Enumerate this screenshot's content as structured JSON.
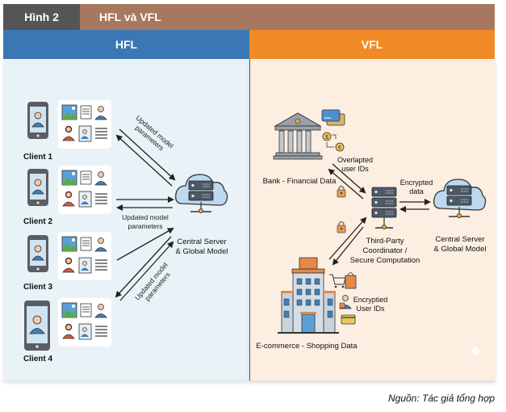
{
  "header": {
    "figure_number": "Hình 2",
    "figure_title": "HFL và VFL"
  },
  "panels": {
    "left_title": "HFL",
    "right_title": "VFL"
  },
  "colors": {
    "header_dark": "#555557",
    "header_brown": "#a7785f",
    "hfl_blue": "#3b77b5",
    "vfl_orange": "#f08a24",
    "hfl_bg": "#e8f2f7",
    "vfl_bg": "#fcefe1"
  },
  "hfl": {
    "clients": [
      {
        "label": "Client 1",
        "device": "phone"
      },
      {
        "label": "Client 2",
        "device": "phone"
      },
      {
        "label": "Client 3",
        "device": "phone"
      },
      {
        "label": "Client 4",
        "device": "tablet"
      }
    ],
    "arrow_label_line1": "Updated model",
    "arrow_label_line2": "parameters",
    "server_label_line1": "Central Server",
    "server_label_line2": "& Global Model"
  },
  "vfl": {
    "bank_label": "Bank - Financial Data",
    "overlap_label_line1": "Overlapted",
    "overlap_label_line2": "user IDs",
    "coordinator_label_line1": "Third-Party",
    "coordinator_label_line2": "Coordinator /",
    "coordinator_label_line3": "Secure Computation",
    "encrypted_data_line1": "Encrypted",
    "encrypted_data_line2": "data",
    "server_label_line1": "Central Server",
    "server_label_line2": "& Global Model",
    "ecommerce_label": "E-commerce - Shopping Data",
    "encrypted_ids_line1": "Encryptied",
    "encrypted_ids_line2": "User IDs"
  },
  "source": "Nguồn: Tác giả tổng hợp"
}
